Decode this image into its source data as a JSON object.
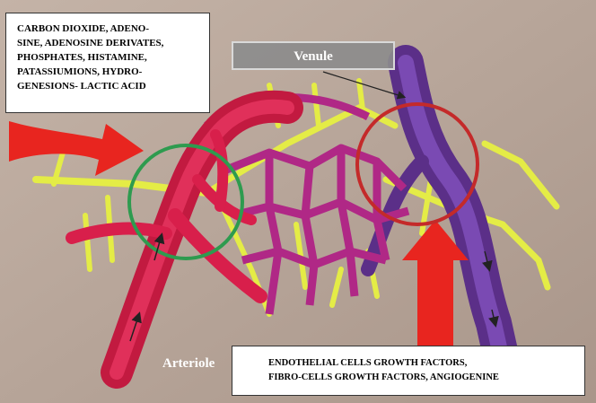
{
  "callouts": {
    "metabolites": [
      "CARBON DIOXIDE, ADENO-",
      "SINE, ADENOSINE DERIVATES,",
      "PHOSPHATES, HISTAMINE,",
      "PATASSIUMIONS, HYDRO-",
      "GENESIONS- LACTIC ACID"
    ],
    "growth_factors": [
      "ENDOTHELIAL CELLS GROWTH FACTORS,",
      "FIBRO-CELLS GROWTH FACTORS, ANGIOGENINE"
    ]
  },
  "labels": {
    "venule": "Venule",
    "arteriole": "Arteriole"
  },
  "colors": {
    "background": "#b7a69a",
    "arteriole": "#d81f4b",
    "venule": "#6a3a9a",
    "capillary_mesh": "#b0288a",
    "nerve_fibers": "#e8ef4a",
    "arrow": "#e8251f",
    "green_circle": "#2e9b4f",
    "red_circle": "#c42a2a"
  }
}
